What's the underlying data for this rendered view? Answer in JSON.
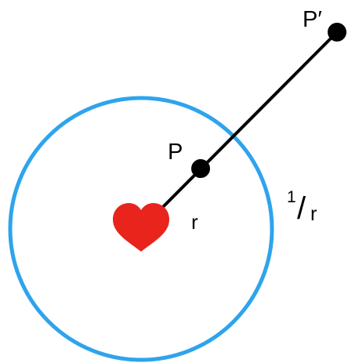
{
  "labels": {
    "point_p": "P",
    "point_p_prime": "P′",
    "radius": "r",
    "inverse_numerator": "1",
    "inverse_slash": "/",
    "inverse_denominator": "r"
  },
  "colors": {
    "circle": "#2ea4ec",
    "heart": "#e8241d",
    "line": "#000000",
    "points": "#000000"
  },
  "icons": {
    "center": "heart-icon"
  }
}
